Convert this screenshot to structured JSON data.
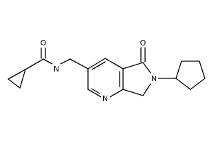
{
  "atoms": [
    {
      "id": "O1",
      "label": "O",
      "element": "oxygen",
      "group": "amide-carbonyl"
    },
    {
      "id": "N1",
      "label": "N",
      "element": "nitrogen",
      "group": "amide"
    },
    {
      "id": "N2",
      "label": "N",
      "element": "nitrogen",
      "group": "pyridine"
    },
    {
      "id": "O2",
      "label": "O",
      "element": "oxygen",
      "group": "lactam-carbonyl"
    },
    {
      "id": "N3",
      "label": "N",
      "element": "nitrogen",
      "group": "lactam"
    }
  ],
  "bond_color": "#000000",
  "background": "#ffffff"
}
